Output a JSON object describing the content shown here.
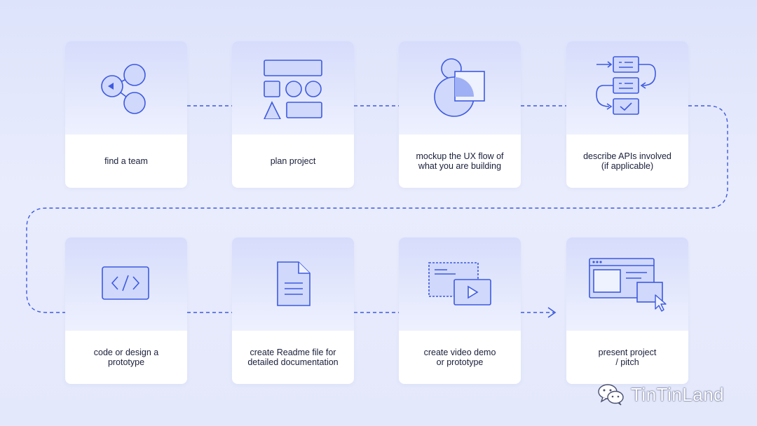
{
  "steps": [
    {
      "label": "find a team",
      "icon": "share-network-icon"
    },
    {
      "label": "plan project",
      "icon": "flowchart-plan-icon"
    },
    {
      "label": "mockup the UX flow of\nwhat you are building",
      "icon": "shapes-mockup-icon"
    },
    {
      "label": "describe APIs involved\n(if applicable)",
      "icon": "api-flow-icon"
    },
    {
      "label": "code or design a\nprototype",
      "icon": "code-brackets-icon"
    },
    {
      "label": "create Readme file for\ndetailed documentation",
      "icon": "document-icon"
    },
    {
      "label": "create video demo\nor prototype",
      "icon": "video-play-icon"
    },
    {
      "label": "present project\n/ pitch",
      "icon": "presentation-window-icon"
    }
  ],
  "watermark": {
    "text": "TinTinLand",
    "icon": "wechat-icon"
  },
  "colors": {
    "accent": "#3d5ae0",
    "icon_fill": "#d0d8fc",
    "text": "#1a1f3a"
  }
}
